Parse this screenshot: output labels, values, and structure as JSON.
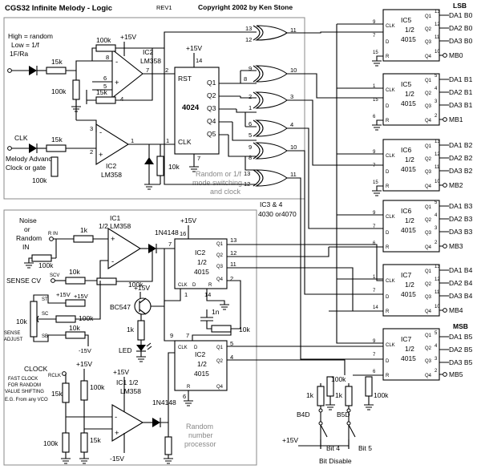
{
  "header": {
    "title": "CGS32  Infinite Melody - Logic",
    "rev": "REV1",
    "copyright": "Copyright 2002 by Ken Stone"
  },
  "left_top": {
    "high_random": "High = random",
    "low_1f": "Low = 1/f",
    "mode_input": "1F/Ra",
    "clk_label": "CLK",
    "melody_advance": "Melody Advance",
    "clock_or_gate": "Clock or gate",
    "r_15k_a": "15k",
    "r_15k_b": "15k",
    "r_100k_a": "100k",
    "r_100k_b": "100k",
    "r_100k_c": "100k",
    "r_15k_c": "15k",
    "r_10k": "10k",
    "ic2a": "IC2",
    "ic2a_part": "LM358",
    "ic2b": "IC2",
    "ic2b_part": "LM358",
    "supply": "+15V",
    "caption1": "Random or 1/f",
    "caption2": "mode switching",
    "caption3": "and clock"
  },
  "counter": {
    "name": "4024",
    "supply": "+15V",
    "pin_rst": "RST",
    "pin_clk": "CLK",
    "outs": [
      "Q1",
      "Q2",
      "Q3",
      "Q4",
      "Q5"
    ]
  },
  "xor": {
    "label1": "IC3 & 4",
    "label2": "4030 or4070"
  },
  "lsb": "LSB",
  "msb": "MSB",
  "registers": [
    {
      "name": "IC5",
      "half": "1/2",
      "part": "4015",
      "outs": [
        "DA1 B0",
        "DA2 B0",
        "DA3 B0",
        "MB0"
      ]
    },
    {
      "name": "IC5",
      "half": "1/2",
      "part": "4015",
      "outs": [
        "DA1 B1",
        "DA2 B1",
        "DA3 B1",
        "MB1"
      ]
    },
    {
      "name": "IC6",
      "half": "1/2",
      "part": "4015",
      "outs": [
        "DA1 B2",
        "DA2 B2",
        "DA3 B2",
        "MB2"
      ]
    },
    {
      "name": "IC6",
      "half": "1/2",
      "part": "4015",
      "outs": [
        "DA1 B3",
        "DA2 B3",
        "DA3 B3",
        "MB3"
      ]
    },
    {
      "name": "IC7",
      "half": "1/2",
      "part": "4015",
      "outs": [
        "DA1 B4",
        "DA2 B4",
        "DA3 B4",
        "MB4"
      ]
    },
    {
      "name": "IC7",
      "half": "1/2",
      "part": "4015",
      "outs": [
        "DA1 B5",
        "DA2 B5",
        "DA3 B5",
        "MB5"
      ]
    }
  ],
  "reg_pins": {
    "clk": "CLK",
    "d": "D",
    "r": "R",
    "q": [
      "Q1",
      "Q2",
      "Q3",
      "Q4"
    ]
  },
  "bottom_left": {
    "noise": "Noise",
    "or": "or",
    "random": "Random",
    "in": "IN",
    "r_in": "R IN",
    "r_1k": "1k",
    "r_100k": "100k",
    "ic1": "IC1",
    "ic1_part": "1/2 LM358",
    "diode1": "1N4148",
    "sense_cv": "SENSE CV",
    "scv": "SCV",
    "r_10k_a": "10k",
    "r_10k_b": "10k",
    "st": "ST",
    "sc": "SC",
    "sb": "SB",
    "sense_adjust1": "SENSE",
    "sense_adjust2": "ADJUST",
    "plus15": "+15V",
    "minus15": "-15V",
    "pot_10k": "10k",
    "pot_100k": "100k",
    "bc547": "BC547",
    "r_1k_led": "1k",
    "led": "LED",
    "clock": "CLOCK",
    "rclk": "RCLK",
    "fast_clock1": "FAST CLOCK",
    "fast_clock2": "FOR RANDOM",
    "fast_clock3": "VALUE SHIFTING",
    "fast_clock4": "E.G. From any VCO",
    "r_15k": "15k",
    "r_100k_b": "100k",
    "r_100k_c": "100k",
    "r_15k_b": "15k",
    "ic1b": "IC1 1/2",
    "ic1b_part": "LM358",
    "diode2": "1N4148",
    "cap": "1n",
    "r_10k_c": "10k",
    "caption1": "Random",
    "caption2": "number",
    "caption3": "processor"
  },
  "ic2_top": {
    "name": "IC2",
    "half": "1/2",
    "part": "4015",
    "supply": "+15V"
  },
  "ic2_bot": {
    "name": "IC2",
    "half": "1/2",
    "part": "4015"
  },
  "bit_disable": {
    "b4d": "B4D",
    "b5d": "B5D",
    "plus15": "+15V",
    "bit4": "Bit 4",
    "bit5": "Bit 5",
    "label": "Bit Disable",
    "r_100k_a": "100k",
    "r_100k_b": "100k",
    "r_1k_a": "1k",
    "r_1k_b": "1k"
  }
}
